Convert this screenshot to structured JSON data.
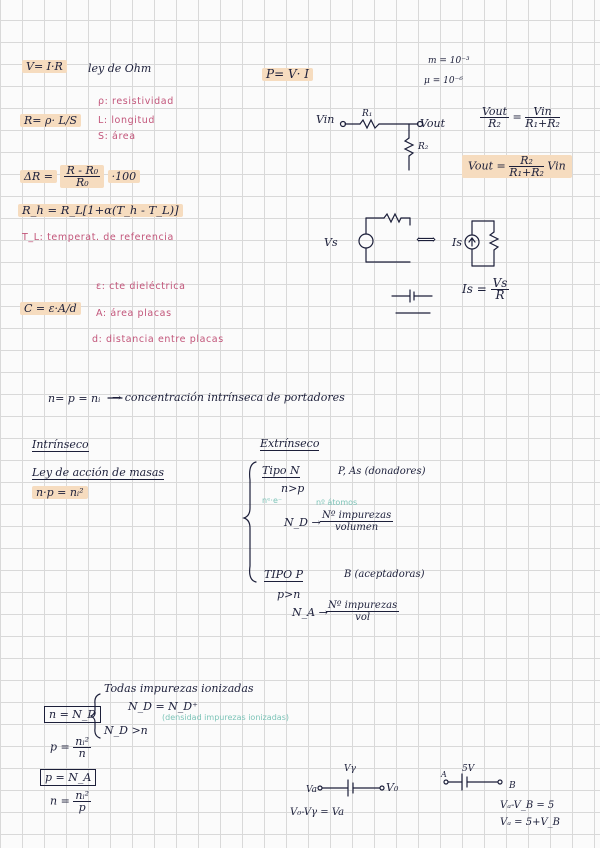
{
  "ohm": {
    "formula": "V= I·R",
    "label": "ley de Ohm"
  },
  "power": {
    "formula": "P= V· I"
  },
  "prefixes": {
    "mili": "m = 10⁻³",
    "micro": "μ = 10⁻⁶"
  },
  "resistance": {
    "formula": "R= ρ· L/S",
    "rho": "ρ: resistividad",
    "length": "L: longitud",
    "area": "S: área"
  },
  "delta_r": {
    "lhs": "ΔR =",
    "num": "R - R₀",
    "den": "R₀",
    "rhs": "·100"
  },
  "temp_coeff": {
    "formula": "R_h = R_L[1+α(T_h - T_L)]",
    "note": "T_L: temperat. de referencia"
  },
  "divider": {
    "vin": "Vin",
    "vout": "Vout",
    "r1": "R₁",
    "r2": "R₂",
    "eq1_num": "Vout",
    "eq1_den": "R₂",
    "eq1_rhs_num": "Vin",
    "eq1_rhs_den": "R₁+R₂",
    "eq2_lhs": "Vout =",
    "eq2_num": "R₂",
    "eq2_den": "R₁+R₂",
    "eq2_rhs": "Vin"
  },
  "source": {
    "vs": "Vs",
    "arrow": "⟺",
    "is_label": "Is",
    "eq_lhs": "Is =",
    "eq_num": "Vs",
    "eq_den": "R"
  },
  "capacitor": {
    "formula": "C = ε·A/d",
    "eps": "ε: cte dieléctrica",
    "area": "A: área placas",
    "dist": "d: distancia entre placas"
  },
  "intrinsic_conc": {
    "formula": "n= p = nᵢ",
    "desc": "→ concentración intrínseca de portadores"
  },
  "intrinseco": {
    "title": "Intrínseco",
    "law": "Ley de acción de masas",
    "formula": "n·p = nᵢ²"
  },
  "extrinseco": {
    "title": "Extrínseco",
    "tipo_n": "Tipo N",
    "tipo_n_dopants": "P, As (donadores)",
    "n_gt_p": "n>p",
    "teal_a": "nᵉ·e⁻",
    "teal_b": "nº átomos",
    "nd": "N_D →",
    "nd_num": "Nº impurezas",
    "nd_den": "volumen",
    "tipo_p": "TIPO P",
    "tipo_p_dopants": "B (aceptadoras)",
    "p_gt_n": "p>n",
    "na": "N_A →",
    "na_num": "Nº impurezas",
    "na_den": "vol"
  },
  "ionized": {
    "title": "Todas impurezas ionizadas",
    "n_eq": "n = N_D",
    "nd_eq": "N_D = N_D⁺",
    "teal": "(densidad impurezas ionizadas)",
    "nd_gt": "N_D >n",
    "p_eq": "p =",
    "p_num": "nᵢ²",
    "p_den": "n",
    "p_box": "p = N_A",
    "n_eq2": "n =",
    "n_num": "nᵢ²",
    "n_den": "p"
  },
  "diode": {
    "va": "Va",
    "vo": "V₀",
    "vg": "Vγ",
    "eq": "V₀-Vγ = Va",
    "a": "A",
    "b": "B",
    "fivev": "5V",
    "eq1": "Vₐ-V_B = 5",
    "eq2": "Vₐ = 5+V_B"
  }
}
